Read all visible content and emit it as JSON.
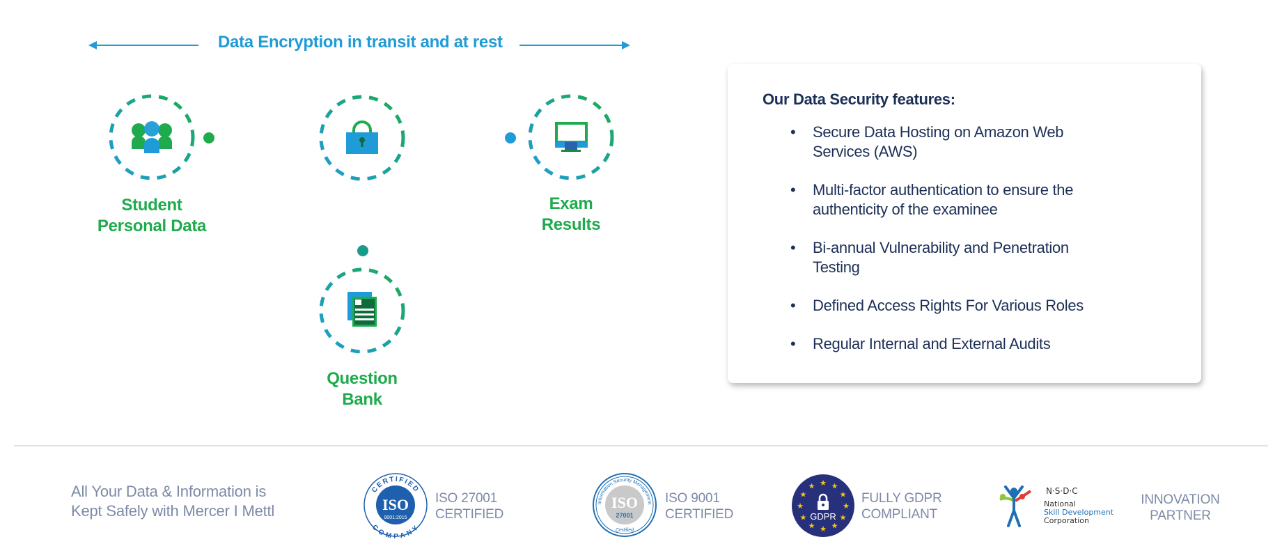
{
  "header": {
    "title": "Data Encryption in transit and at rest",
    "left_arrow_icon": "arrow-left-icon",
    "right_arrow_icon": "arrow-right-icon"
  },
  "colors": {
    "blue": "#1f9bd7",
    "green": "#1fab4d",
    "teal": "#1b9a8a",
    "navy": "#1c2f57",
    "gray_text": "#7d8aa7",
    "divider": "#dfe3ea"
  },
  "diagram": {
    "nodes": [
      {
        "id": "student",
        "label_lines": [
          "Student",
          "Personal Data"
        ],
        "icon": "people-group-icon"
      },
      {
        "id": "encryption",
        "label_lines": [],
        "icon": "padlock-icon"
      },
      {
        "id": "exam",
        "label_lines": [
          "Exam",
          "Results"
        ],
        "icon": "monitor-icon"
      },
      {
        "id": "question",
        "label_lines": [
          "Question",
          "Bank"
        ],
        "icon": "document-icon"
      }
    ],
    "connections": [
      {
        "from": "student",
        "to": "encryption"
      },
      {
        "from": "encryption",
        "to": "exam"
      },
      {
        "from": "encryption",
        "to": "question"
      }
    ]
  },
  "card": {
    "title": "Our Data Security features:",
    "bullet": "•",
    "features": [
      {
        "lines": [
          "Secure Data Hosting on Amazon Web",
          "Services (AWS)"
        ]
      },
      {
        "lines": [
          "Multi-factor authentication to ensure the",
          "authenticity of the examinee"
        ]
      },
      {
        "lines": [
          "Bi-annual Vulnerability and Penetration",
          "Testing"
        ]
      },
      {
        "lines": [
          "Defined Access Rights For Various Roles"
        ]
      },
      {
        "lines": [
          "Regular Internal and External Audits"
        ]
      }
    ]
  },
  "footer": {
    "tagline_lines": [
      "All Your Data & Information is",
      "Kept Safely with Mercer I Mettl"
    ],
    "badges": [
      {
        "icon": "iso-certified-company-badge-icon",
        "badge_texts": {
          "top": "CERTIFIED",
          "center": "ISO",
          "sub": "9001:2015",
          "bottom": "COMPANY"
        },
        "label_lines": [
          "ISO 27001",
          "CERTIFIED"
        ]
      },
      {
        "icon": "iso-27001-badge-icon",
        "badge_texts": {
          "top": "Information Security Management",
          "center": "ISO",
          "sub": "27001",
          "bottom": "Certified"
        },
        "label_lines": [
          "ISO 9001",
          "CERTIFIED"
        ]
      },
      {
        "icon": "gdpr-badge-icon",
        "badge_texts": {
          "center": "GDPR"
        },
        "label_lines": [
          "FULLY GDPR",
          "COMPLIANT"
        ]
      },
      {
        "icon": "nsdc-logo-icon",
        "badge_texts": {
          "acronym": "N·S·D·C",
          "line1": "National",
          "line2": "Skill Development",
          "line3": "Corporation"
        },
        "label_lines": [
          "INNOVATION",
          "PARTNER"
        ]
      }
    ]
  }
}
